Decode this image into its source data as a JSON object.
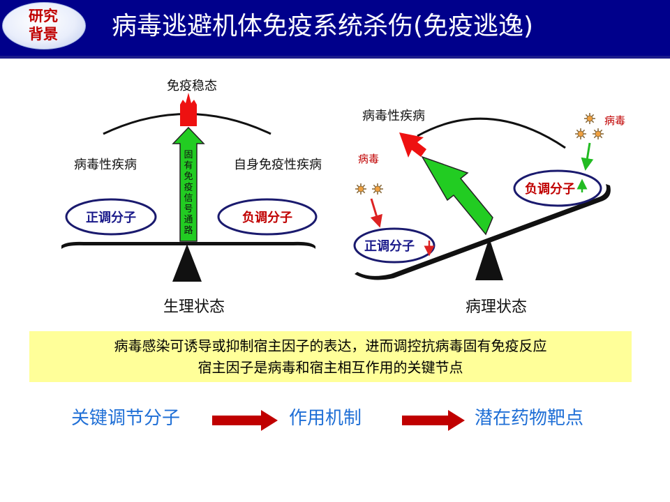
{
  "header": {
    "badge": [
      "研究",
      "背景"
    ],
    "title": "病毒逃避机体免疫系统杀伤(免疫逃逸)"
  },
  "left_panel": {
    "top_label": "免疫稳态",
    "left_label": "病毒性疾病",
    "right_label": "自身免疫性疾病",
    "arrow_text": "固有免疫信号通路",
    "left_pan": "正调分子",
    "right_pan": "负调分子",
    "caption": "生理状态"
  },
  "right_panel": {
    "top_label": "病毒性疾病",
    "virus_left": "病毒",
    "virus_right": "病毒",
    "left_pan": "正调分子",
    "right_pan": "负调分子",
    "caption": "病理状态"
  },
  "note": {
    "line1": "病毒感染可诱导或抑制宿主因子的表达，进而调控抗病毒固有免疫反应",
    "line2": "宿主因子是病毒和宿主相互作用的关键节点"
  },
  "flow": [
    "关键调节分子",
    "作用机制",
    "潜在药物靶点"
  ],
  "colors": {
    "header": "#00008b",
    "badge_text": "#c00000",
    "note_bg": "#ffff99",
    "flow_text": "#1f6fd6",
    "arrow_green": "#22cc22",
    "arrow_red": "#ee1111",
    "flow_arrow": "#c00000"
  }
}
